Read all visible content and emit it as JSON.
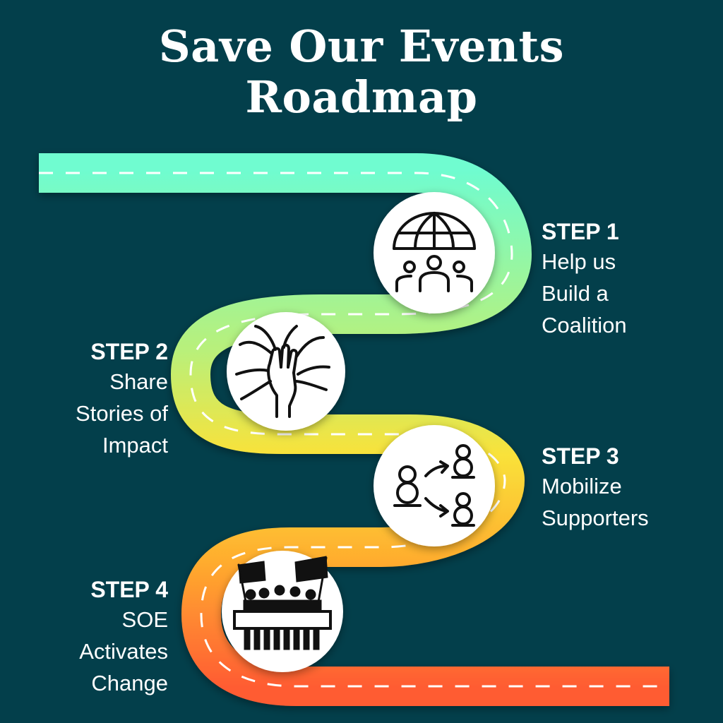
{
  "title": "Save Our Events\nRoadmap",
  "steps": [
    {
      "label": "STEP 1",
      "text": "Help us\nBuild a\nCoalition",
      "icon": "globe-people-icon"
    },
    {
      "label": "STEP 2",
      "text": "Share\nStories of\nImpact",
      "icon": "joined-hands-icon"
    },
    {
      "label": "STEP 3",
      "text": "Mobilize\nSupporters",
      "icon": "share-network-icon"
    },
    {
      "label": "STEP 4",
      "text": "SOE\nActivates\nChange",
      "icon": "protest-crowd-icon"
    }
  ],
  "colors": {
    "background": "#033f4b",
    "road_start": "#6ffcd0",
    "road_mid": "#f9e23a",
    "road_end": "#ff5b33",
    "text": "#ffffff"
  }
}
